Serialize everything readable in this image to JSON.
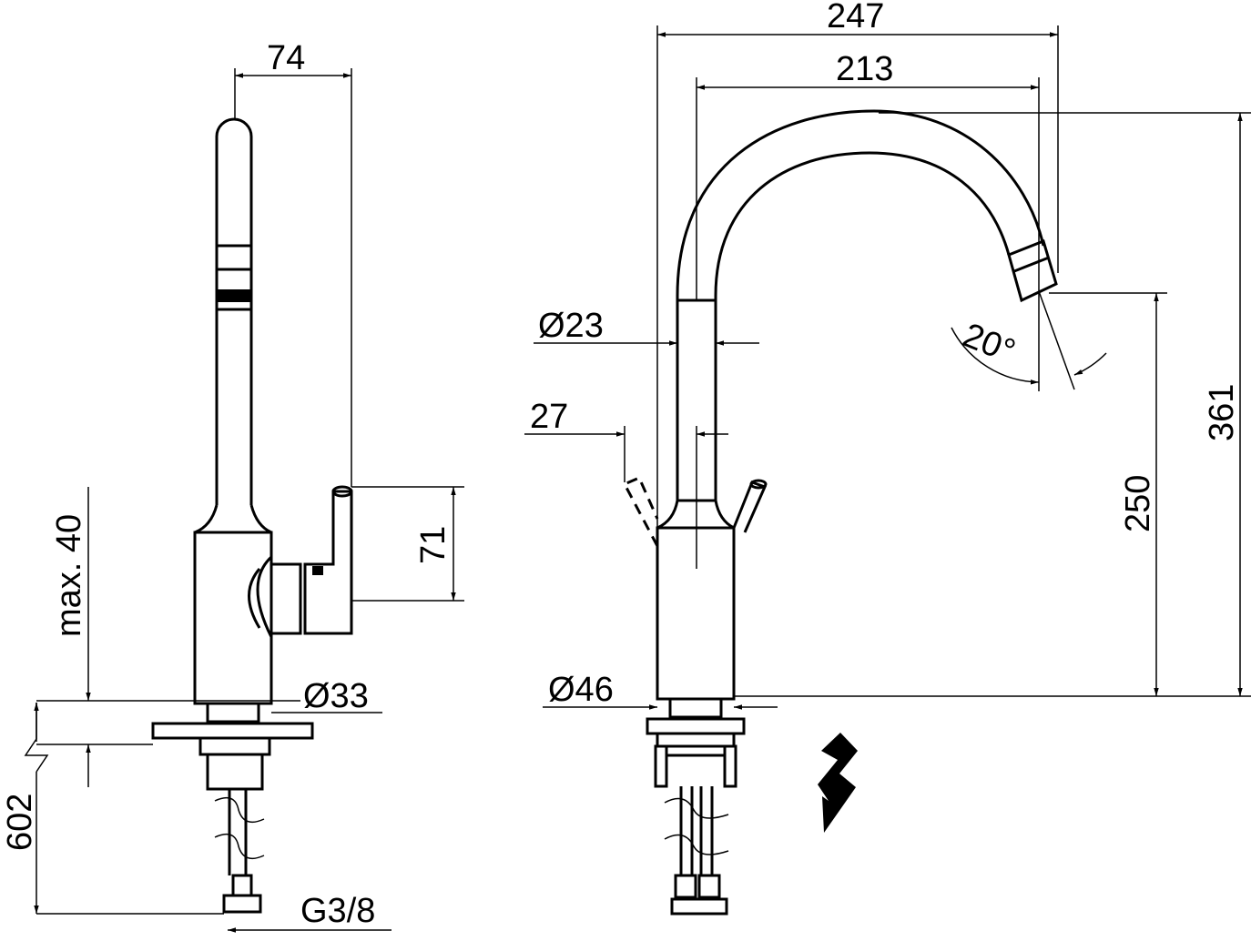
{
  "side_view": {
    "dim_width_top": "74",
    "dim_handle_height": "71",
    "dim_max_thickness": "max. 40",
    "dim_hole": "Ø33",
    "dim_hose_length": "602",
    "dim_thread": "G3/8"
  },
  "front_view": {
    "dim_total_width": "247",
    "dim_reach": "213",
    "dim_spout_diameter": "Ø23",
    "dim_lever_offset": "27",
    "dim_body_diameter": "Ø46",
    "dim_swivel_angle": "20°",
    "dim_outlet_height": "250",
    "dim_total_height": "361"
  },
  "symbols": {
    "electric": "lightning-bolt-icon"
  }
}
